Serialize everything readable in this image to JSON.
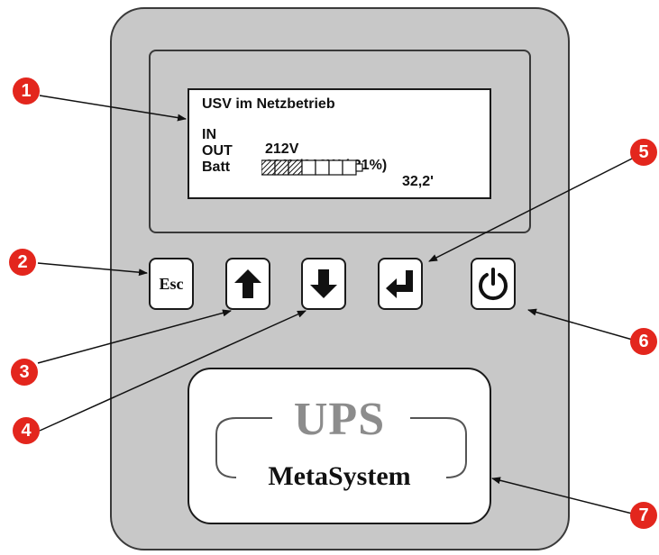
{
  "lcd": {
    "line1": "USV im Netzbetrieb",
    "in_label": "IN",
    "in_value": "212V",
    "out_label": "OUT",
    "out_value": "230V/812W ( 31%)",
    "batt_label": "Batt",
    "batt_value": "32,2'",
    "batt_segments_filled": 3,
    "batt_segments_total": 7
  },
  "keys": {
    "esc_label": "Esc",
    "up_icon": "arrow-up-icon",
    "down_icon": "arrow-down-icon",
    "enter_icon": "enter-icon",
    "power_icon": "power-icon"
  },
  "logo": {
    "brand": "UPS",
    "name": "MetaSystem"
  },
  "callouts": [
    "1",
    "2",
    "3",
    "4",
    "5",
    "6",
    "7"
  ],
  "colors": {
    "panel": "#c8c8c8",
    "callout": "#e3261d",
    "logo_gray": "#8c8c8c"
  }
}
